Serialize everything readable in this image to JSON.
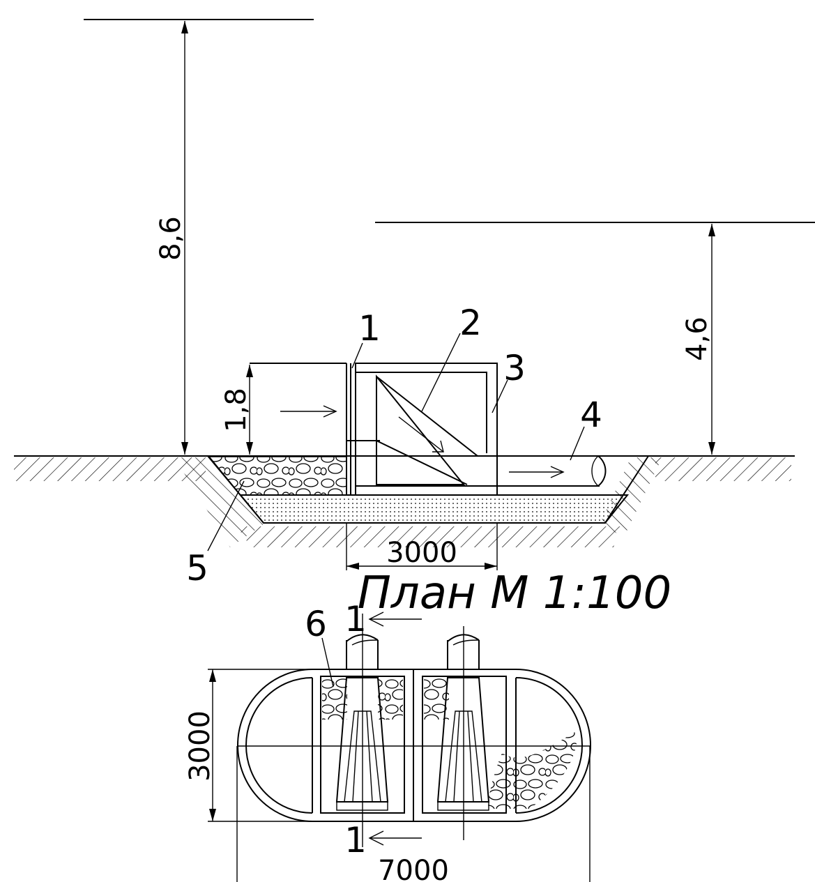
{
  "section": {
    "dim_height_left": "8,6",
    "dim_height_right": "4,6",
    "dim_wall_height": "1,8",
    "dim_width": "3000",
    "callouts": [
      "1",
      "2",
      "3",
      "4",
      "5"
    ]
  },
  "plan": {
    "title": "План М 1:100",
    "callout": "6",
    "section_mark_top": "1",
    "section_mark_bottom": "1",
    "dim_width": "3000",
    "dim_length": "7000"
  }
}
